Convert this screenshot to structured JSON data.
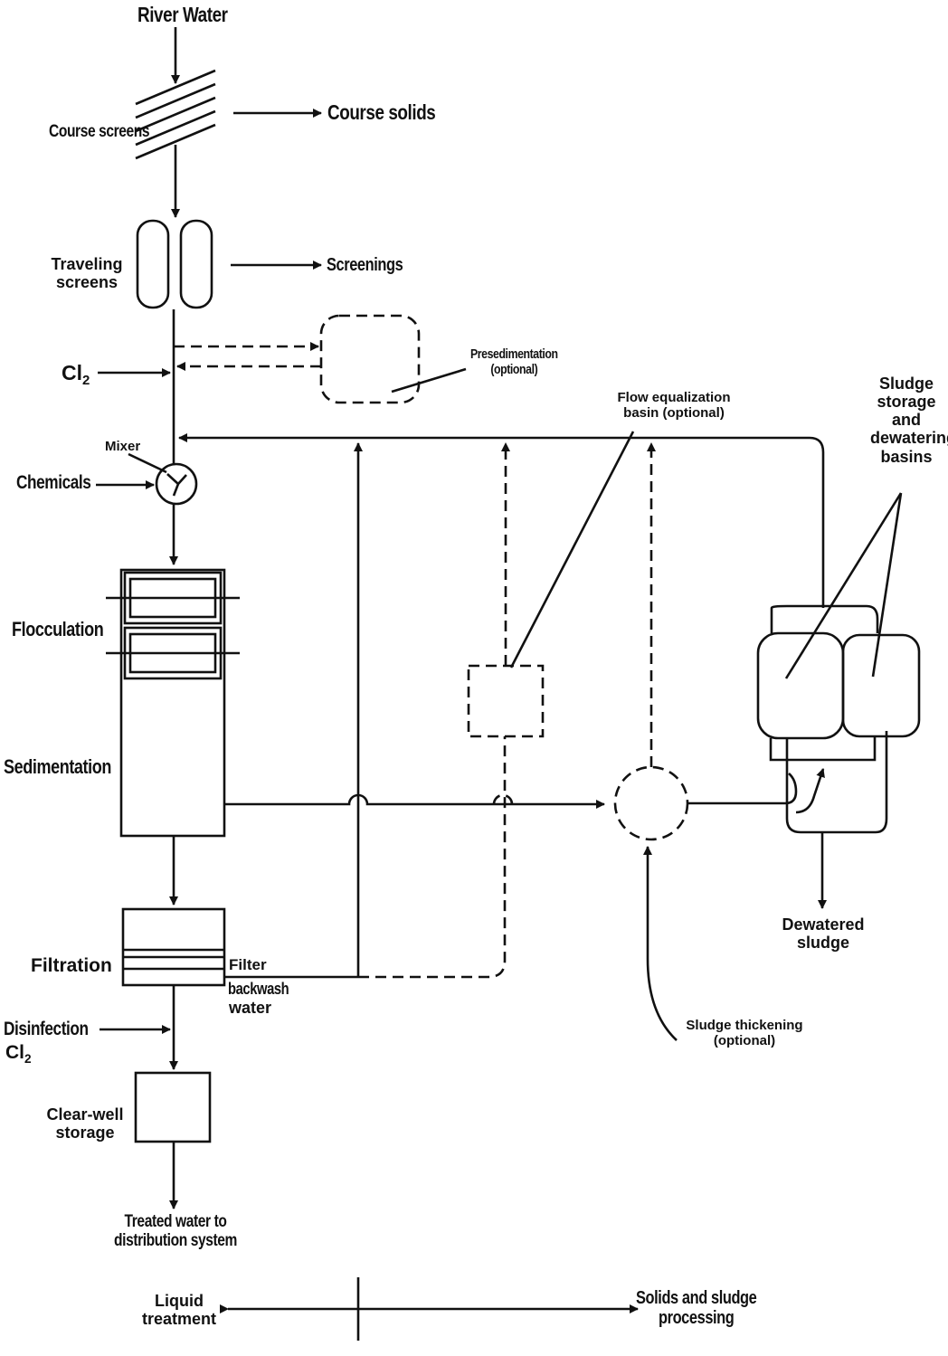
{
  "labels": {
    "river_water": "River Water",
    "course_screens": "Course screens",
    "course_solids": "Course solids",
    "traveling_screens": "Traveling screens",
    "screenings": "Screenings",
    "cl2_symbol": "Cl",
    "cl2_subscript": "2",
    "presedimentation": "Presedimentation (optional)",
    "mixer": "Mixer",
    "chemicals": "Chemicals",
    "flow_equalization": "Flow equalization basin (optional)",
    "sludge_storage": "Sludge storage and dewatering basins",
    "flocculation": "Flocculation",
    "sedimentation": "Sedimentation",
    "filtration": "Filtration",
    "filter_backwash_line1": "Filter",
    "filter_backwash_line2": "backwash",
    "filter_backwash_line3": "water",
    "dewatered_sludge": "Dewatered sludge",
    "disinfection": "Disinfection",
    "clear_well_storage": "Clear-well storage",
    "sludge_thickening": "Sludge thickening (optional)",
    "treated_water": "Treated water to distribution system",
    "liquid_treatment": "Liquid treatment",
    "solids_processing": "Solids and sludge processing"
  },
  "colors": {
    "line": "#111111",
    "background": "#ffffff"
  }
}
